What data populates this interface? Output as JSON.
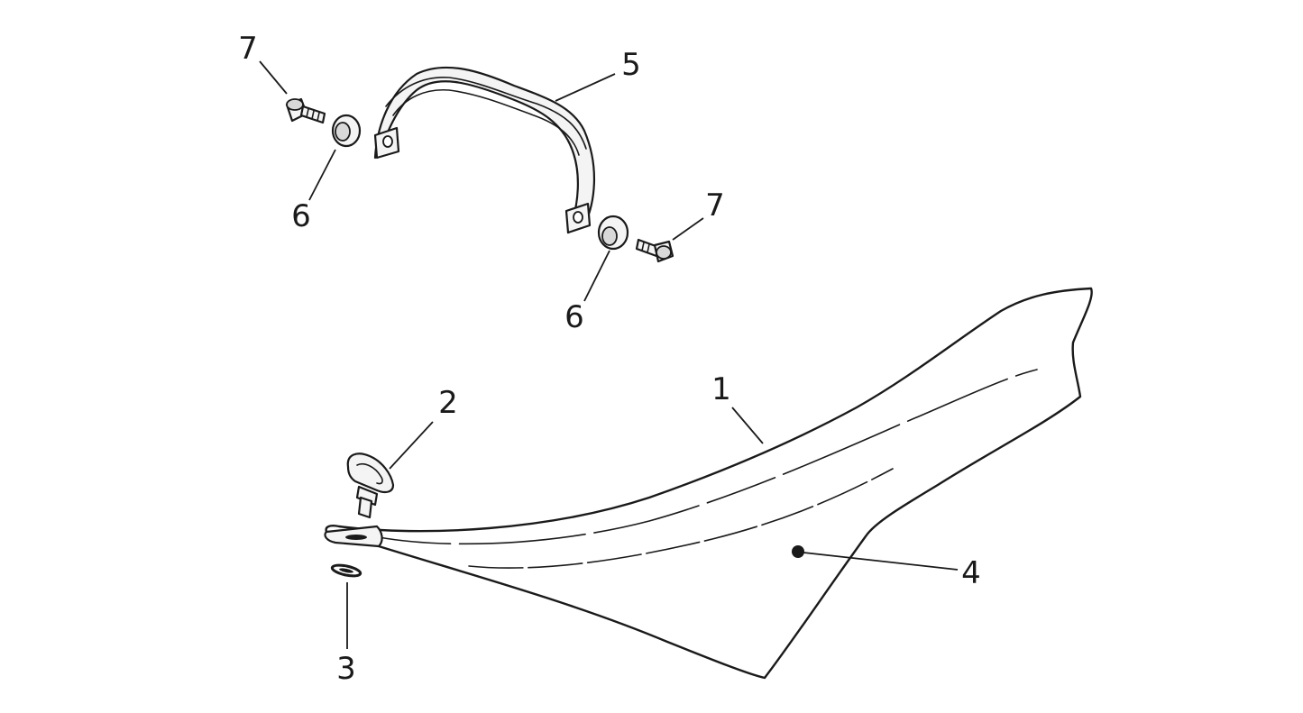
{
  "callouts": {
    "seat": "1",
    "seat_lock_pin": "2",
    "washer": "3",
    "adhesive_point": "4",
    "grab_handle": "5",
    "bushing_left": "6",
    "bushing_right": "6",
    "screw_left": "7",
    "screw_right": "7"
  },
  "colors": {
    "line": "#1a1a1a",
    "background": "#ffffff",
    "part_fill": "#f4f4f4",
    "shade": "#d9d9d9"
  }
}
